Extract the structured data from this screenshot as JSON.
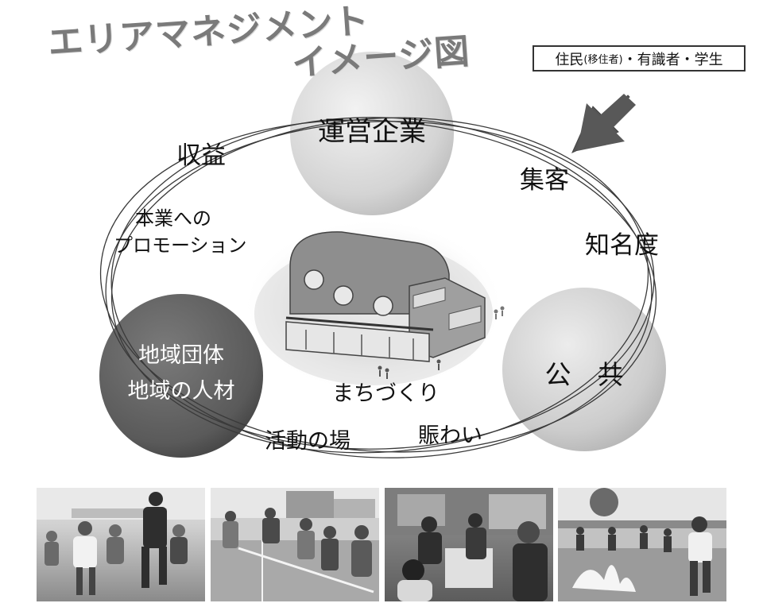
{
  "title": {
    "line1": "エリアマネジメント",
    "line2": "イメージ図"
  },
  "stakeholders": {
    "main": "住民",
    "paren": "(移住者)",
    "rest": "・有識者・学生"
  },
  "nodes": {
    "company": "運営企業",
    "community_line1": "地域団体",
    "community_line2": "地域の人材",
    "public": "公　共"
  },
  "labels": {
    "revenue": "収益",
    "promotion_line1": "本業への",
    "promotion_line2": "プロモーション",
    "attract": "集客",
    "recognition": "知名度",
    "machizukuri": "まちづくり",
    "activity": "活動の場",
    "bustle": "賑わい"
  },
  "colors": {
    "company_circle": "#d9d9d9",
    "community_circle": "#5e5e5e",
    "public_circle": "#cfcfcf",
    "title": "#7a7a7a",
    "arrow": "#555555"
  },
  "icons": {
    "arrow": "down-left-arrow-icon",
    "building": "community-hall-illustration"
  }
}
